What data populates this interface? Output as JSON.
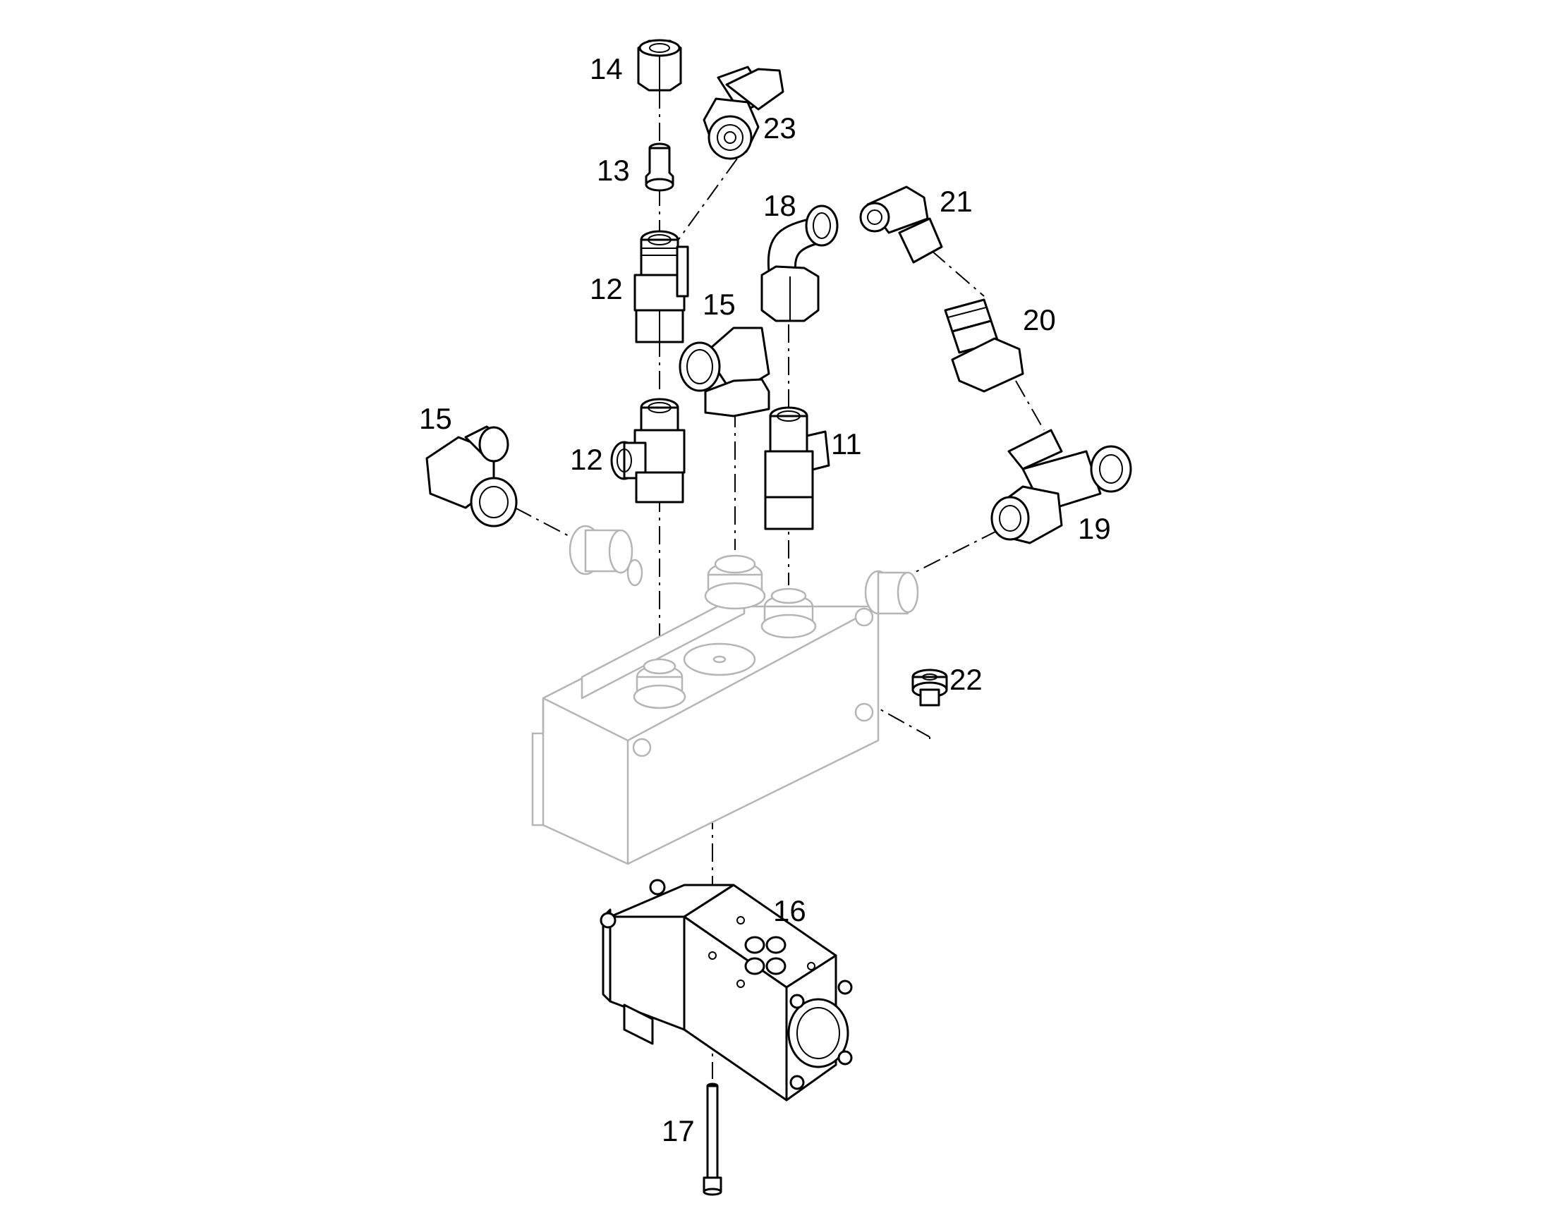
{
  "diagram": {
    "callouts": [
      {
        "id": "c14",
        "label": "14"
      },
      {
        "id": "c23",
        "label": "23"
      },
      {
        "id": "c13",
        "label": "13"
      },
      {
        "id": "c18",
        "label": "18"
      },
      {
        "id": "c21",
        "label": "21"
      },
      {
        "id": "c12a",
        "label": "12"
      },
      {
        "id": "c15a",
        "label": "15"
      },
      {
        "id": "c20",
        "label": "20"
      },
      {
        "id": "c15b",
        "label": "15"
      },
      {
        "id": "c12b",
        "label": "12"
      },
      {
        "id": "c11",
        "label": "11"
      },
      {
        "id": "c19",
        "label": "19"
      },
      {
        "id": "c22",
        "label": "22"
      },
      {
        "id": "c16",
        "label": "16"
      },
      {
        "id": "c17",
        "label": "17"
      }
    ]
  }
}
